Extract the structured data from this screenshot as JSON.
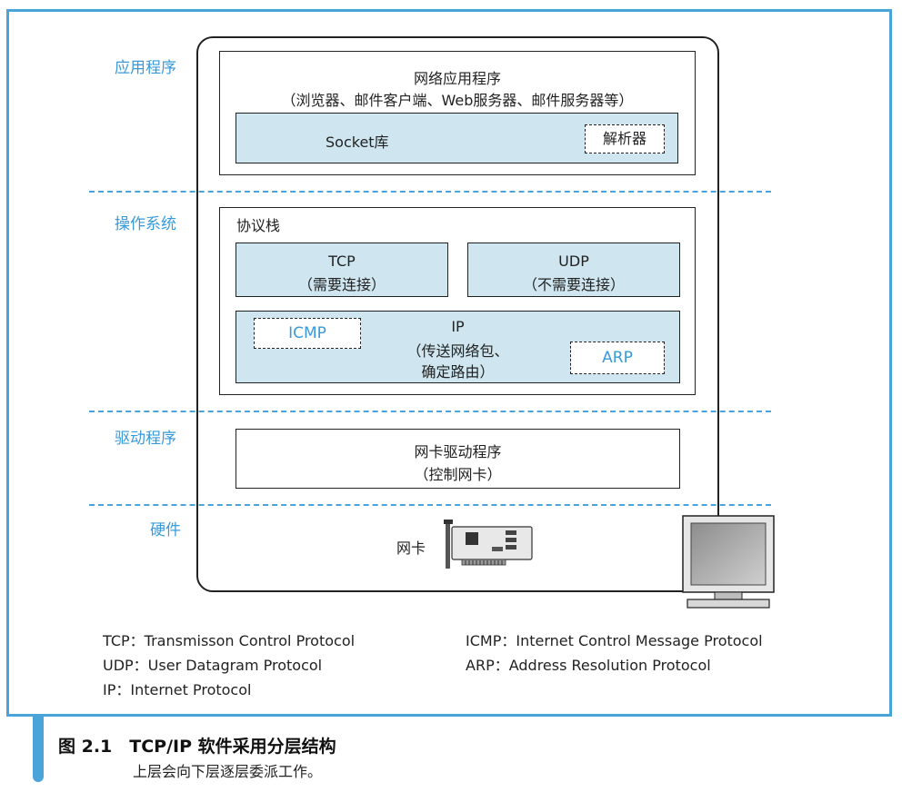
{
  "layers": {
    "application": "应用程序",
    "os": "操作系统",
    "driver": "驱动程序",
    "hardware": "硬件"
  },
  "app": {
    "title": "网络应用程序",
    "subtitle": "（浏览器、邮件客户端、Web服务器、邮件服务器等）",
    "socket": "Socket库",
    "resolver": "解析器"
  },
  "stack": {
    "title": "协议栈",
    "tcp": "TCP",
    "tcp_sub": "（需要连接）",
    "udp": "UDP",
    "udp_sub": "（不需要连接）",
    "ip": "IP",
    "ip_sub1": "（传送网络包、",
    "ip_sub2": "确定路由）",
    "icmp": "ICMP",
    "arp": "ARP"
  },
  "driver": {
    "title": "网卡驱动程序",
    "subtitle": "（控制网卡）"
  },
  "hardware": {
    "nic": "网卡"
  },
  "legend": {
    "tcp": "TCP：Transmisson Control Protocol",
    "udp": "UDP：User Datagram Protocol",
    "ip": "IP：Internet Protocol",
    "icmp": "ICMP：Internet Control Message Protocol",
    "arp": "ARP：Address Resolution Protocol"
  },
  "caption": {
    "title": "图 2.1　TCP/IP 软件采用分层结构",
    "subtitle": "上层会向下层逐层委派工作。"
  },
  "colors": {
    "accent": "#4aa3d9",
    "box_fill": "#cfe6f0",
    "label_blue": "#3a9ad9"
  }
}
